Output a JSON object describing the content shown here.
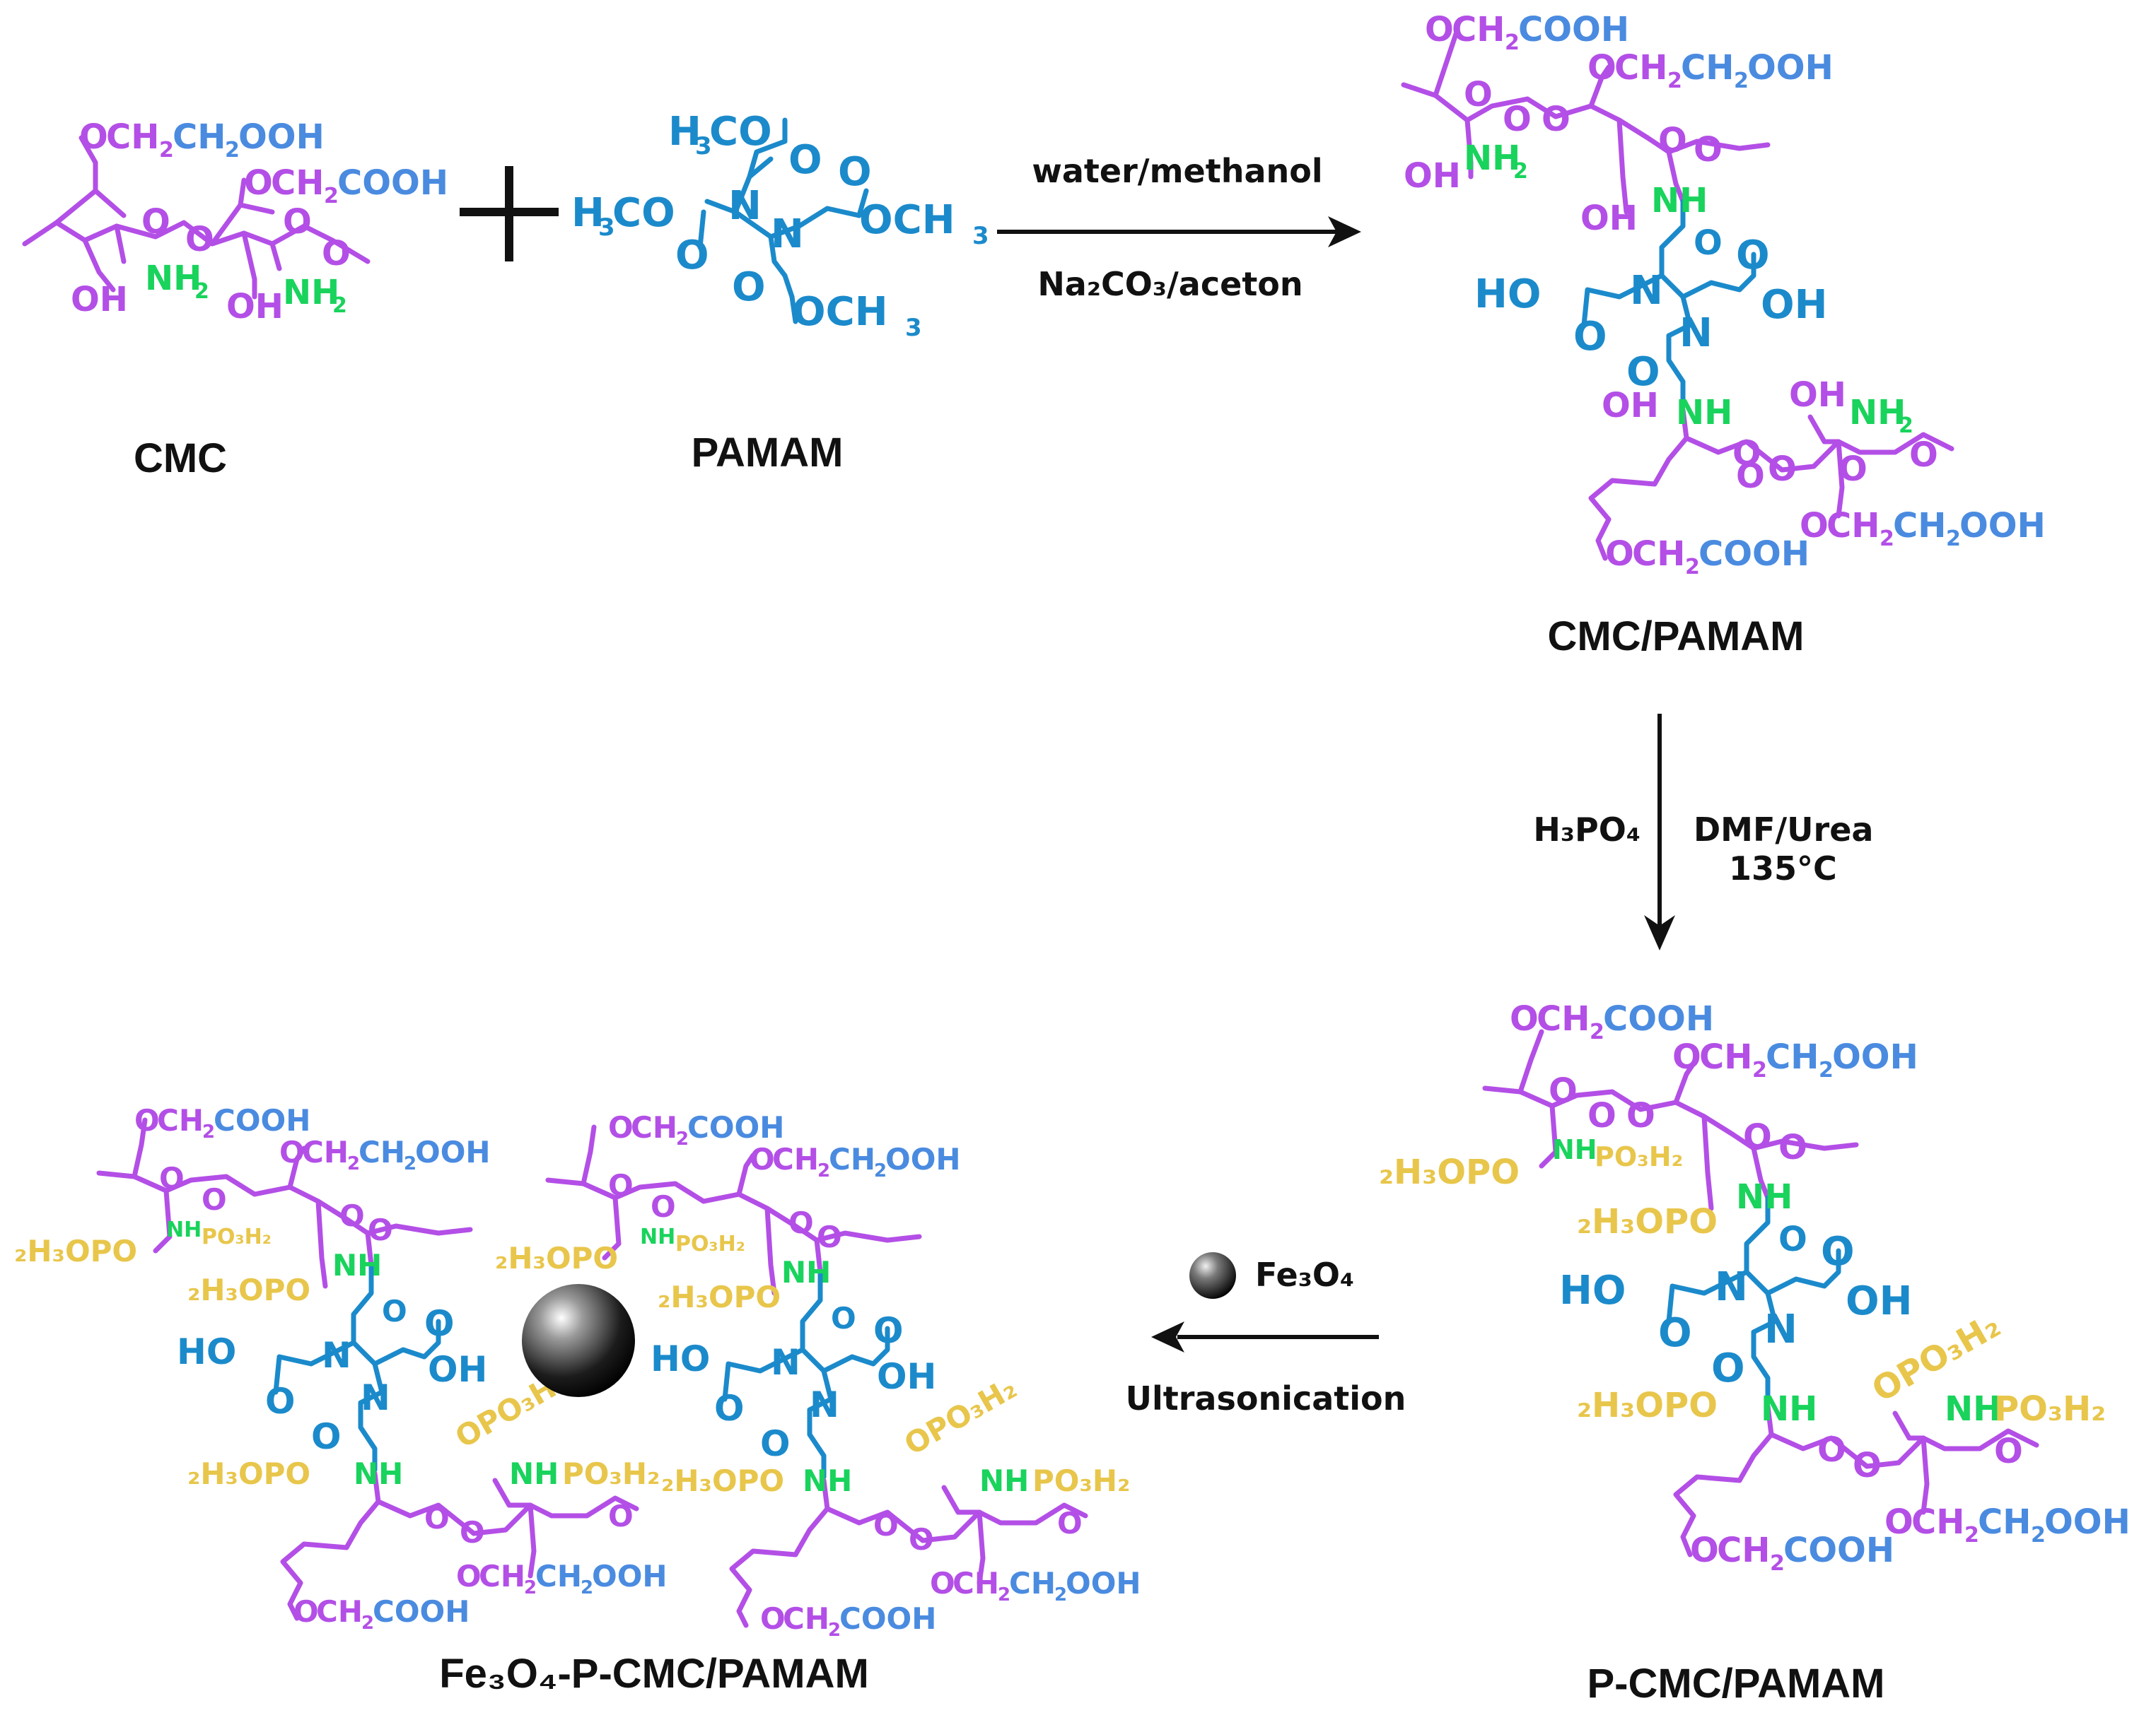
{
  "colors": {
    "backbone": "#b34fe6",
    "pamam": "#1b8acb",
    "amine": "#19d35c",
    "ester": "#4a8be0",
    "phosphate": "#e8c64b",
    "arrow": "#111111"
  },
  "icons": {
    "nanoparticle": "fe3o4-nanoparticle-icon",
    "plus": "plus-icon"
  },
  "labels": {
    "cmc": "CMC",
    "pamam": "PAMAM",
    "cmc_pamam": "CMC/PAMAM",
    "p_cmc_pamam": "P-CMC/PAMAM",
    "fe3o4_p_cmc_pamam": "Fe₃O₄-P-CMC/PAMAM"
  },
  "conditions": {
    "step1_top": "water/methanol",
    "step1_bottom": "Na₂CO₃/aceton",
    "step2_left": "H₃PO₄",
    "step2_right_1": "DMF/Urea",
    "step2_right_2": "135°C",
    "step3_reagent": "Fe₃O₄",
    "step3_bottom": "Ultrasonication"
  },
  "chem": {
    "och2cooh": "OCH₂COOH",
    "och2ch2ooh": "OCH₂CH₂OOH",
    "oh": "OH",
    "ho": "HO",
    "nh2": "NH₂",
    "nh": "NH",
    "o": "O",
    "n": "N",
    "h3co": "H₃CO",
    "och3": "OCH₃",
    "h3opo": "₂H₃OPO",
    "nhpo3h2": "NHPO₃H₂",
    "po3h2": "PO₃H₂"
  }
}
